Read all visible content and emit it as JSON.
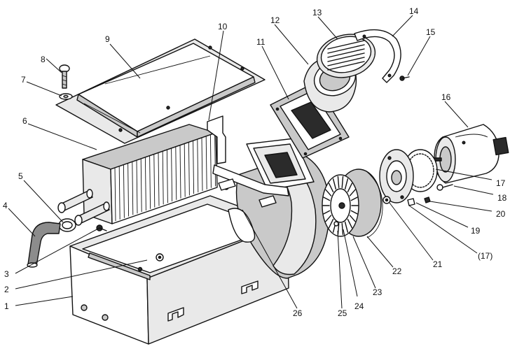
{
  "diagram": {
    "parts": [
      {
        "id": "part-1",
        "label": "1"
      },
      {
        "id": "part-2",
        "label": "2"
      },
      {
        "id": "part-3",
        "label": "3"
      },
      {
        "id": "part-4",
        "label": "4"
      },
      {
        "id": "part-5",
        "label": "5"
      },
      {
        "id": "part-6",
        "label": "6"
      },
      {
        "id": "part-7",
        "label": "7"
      },
      {
        "id": "part-8",
        "label": "8"
      },
      {
        "id": "part-9",
        "label": "9"
      },
      {
        "id": "part-10",
        "label": "10"
      },
      {
        "id": "part-11",
        "label": "11"
      },
      {
        "id": "part-12",
        "label": "12"
      },
      {
        "id": "part-13",
        "label": "13"
      },
      {
        "id": "part-14",
        "label": "14"
      },
      {
        "id": "part-15",
        "label": "15"
      },
      {
        "id": "part-16",
        "label": "16"
      },
      {
        "id": "part-17",
        "label": "17"
      },
      {
        "id": "part-17b",
        "label": "(17)"
      },
      {
        "id": "part-18",
        "label": "18"
      },
      {
        "id": "part-19",
        "label": "19"
      },
      {
        "id": "part-20",
        "label": "20"
      },
      {
        "id": "part-21",
        "label": "21"
      },
      {
        "id": "part-22",
        "label": "22"
      },
      {
        "id": "part-23",
        "label": "23"
      },
      {
        "id": "part-24",
        "label": "24"
      },
      {
        "id": "part-25",
        "label": "25"
      },
      {
        "id": "part-26",
        "label": "26"
      }
    ]
  }
}
